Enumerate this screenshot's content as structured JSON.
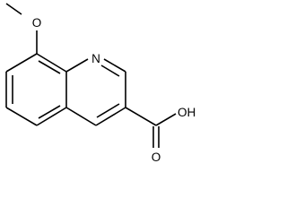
{
  "molecule": {
    "atoms": {
      "methoxy_carbon": "",
      "methoxy_oxygen": "O",
      "ring_nitrogen": "N",
      "hydroxyl": "OH",
      "carbonyl_oxygen": "O"
    }
  },
  "colors": {
    "bond": "#000000",
    "text": "#000000",
    "background": "#ffffff"
  }
}
